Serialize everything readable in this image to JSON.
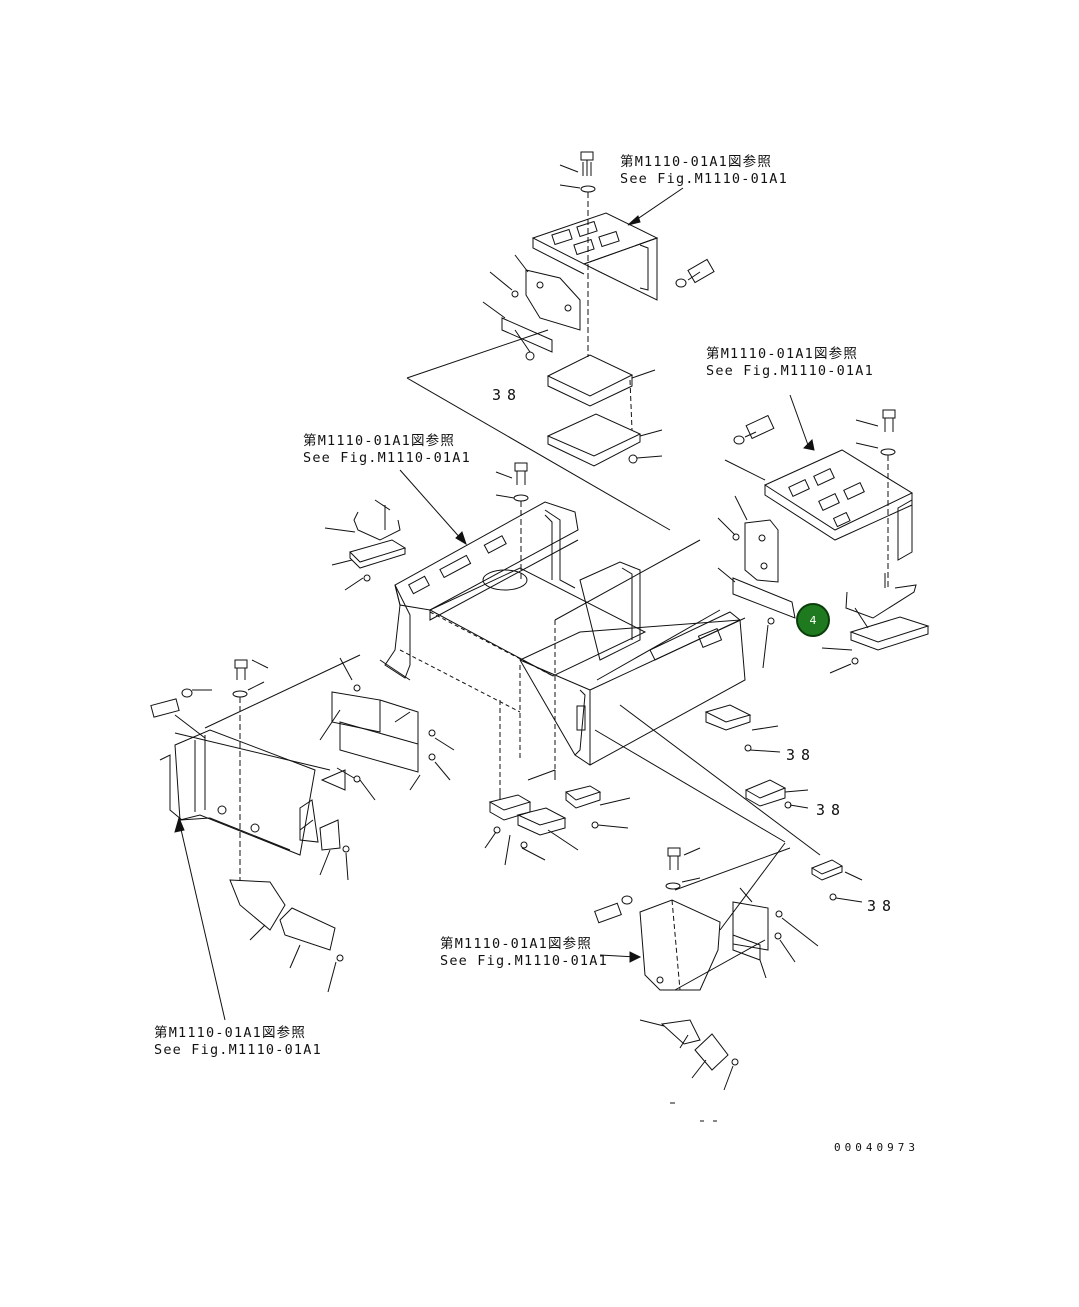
{
  "drawing": {
    "ref_notes": [
      {
        "jp": "第M1110-01A1図参照",
        "en": "See Fig.M1110-01A1"
      },
      {
        "jp": "第M1110-01A1図参照",
        "en": "See Fig.M1110-01A1"
      },
      {
        "jp": "第M1110-01A1図参照",
        "en": "See Fig.M1110-01A1"
      },
      {
        "jp": "第M1110-01A1図参照",
        "en": "See Fig.M1110-01A1"
      },
      {
        "jp": "第M1110-01A1図参照",
        "en": "See Fig.M1110-01A1"
      }
    ],
    "part_numbers": [
      "38",
      "38",
      "38",
      "38"
    ],
    "callout": {
      "label": "4",
      "color": "#1f7a1f"
    },
    "drawing_code": "00040973"
  }
}
